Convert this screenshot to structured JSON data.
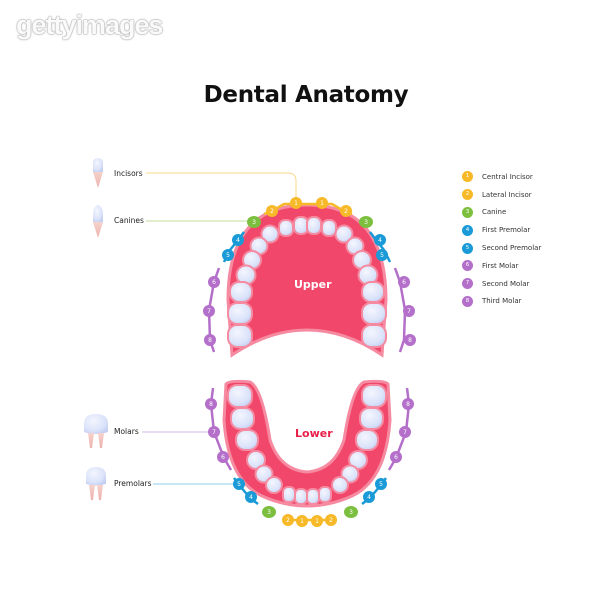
{
  "watermark": "gettyimages",
  "title": "Dental Anatomy",
  "jaws": {
    "upper_label": "Upper",
    "lower_label": "Lower",
    "upper_label_color": "#ffffff",
    "lower_label_color": "#e8204a"
  },
  "tooth_types": [
    {
      "label": "Incisors",
      "icon": "incisor-tooth-icon",
      "line_color": "#f5c842"
    },
    {
      "label": "Canines",
      "icon": "canine-tooth-icon",
      "line_color": "#8cc63f"
    },
    {
      "label": "Molars",
      "icon": "molar-tooth-icon",
      "line_color": "#b36fc9"
    },
    {
      "label": "Premolars",
      "icon": "premolar-tooth-icon",
      "line_color": "#1a9ad6"
    }
  ],
  "legend": [
    {
      "num": "1",
      "label": "Central Incisor",
      "color": "#f7b928"
    },
    {
      "num": "2",
      "label": "Lateral Incisor",
      "color": "#f7b928"
    },
    {
      "num": "3",
      "label": "Canine",
      "color": "#7cbf3f"
    },
    {
      "num": "4",
      "label": "First Premolar",
      "color": "#1a9ad6"
    },
    {
      "num": "5",
      "label": "Second Premolar",
      "color": "#1a9ad6"
    },
    {
      "num": "6",
      "label": "First Molar",
      "color": "#b36fc9"
    },
    {
      "num": "7",
      "label": "Second Molar",
      "color": "#b36fc9"
    },
    {
      "num": "8",
      "label": "Third Molar",
      "color": "#b36fc9"
    }
  ],
  "colors": {
    "gum": "#f0476a",
    "gum_outline": "#f37b93",
    "tooth": "#dfe6fb",
    "tooth_shadow": "#c3cdf3",
    "incisor": "#f7b928",
    "canine": "#7cbf3f",
    "premolar": "#1a9ad6",
    "molar": "#b36fc9"
  }
}
